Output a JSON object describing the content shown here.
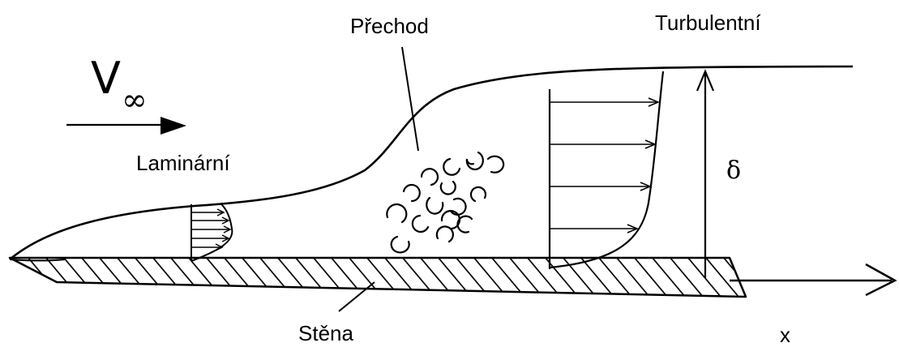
{
  "labels": {
    "transition": "Přechod",
    "turbulent": "Turbulentní",
    "laminar": "Laminární",
    "wall": "Stěna",
    "x_axis": "x",
    "velocity_symbol": "V",
    "velocity_subscript": "∞",
    "thickness_symbol": "δ"
  },
  "colors": {
    "ink": "#000000",
    "background": "#ffffff"
  }
}
